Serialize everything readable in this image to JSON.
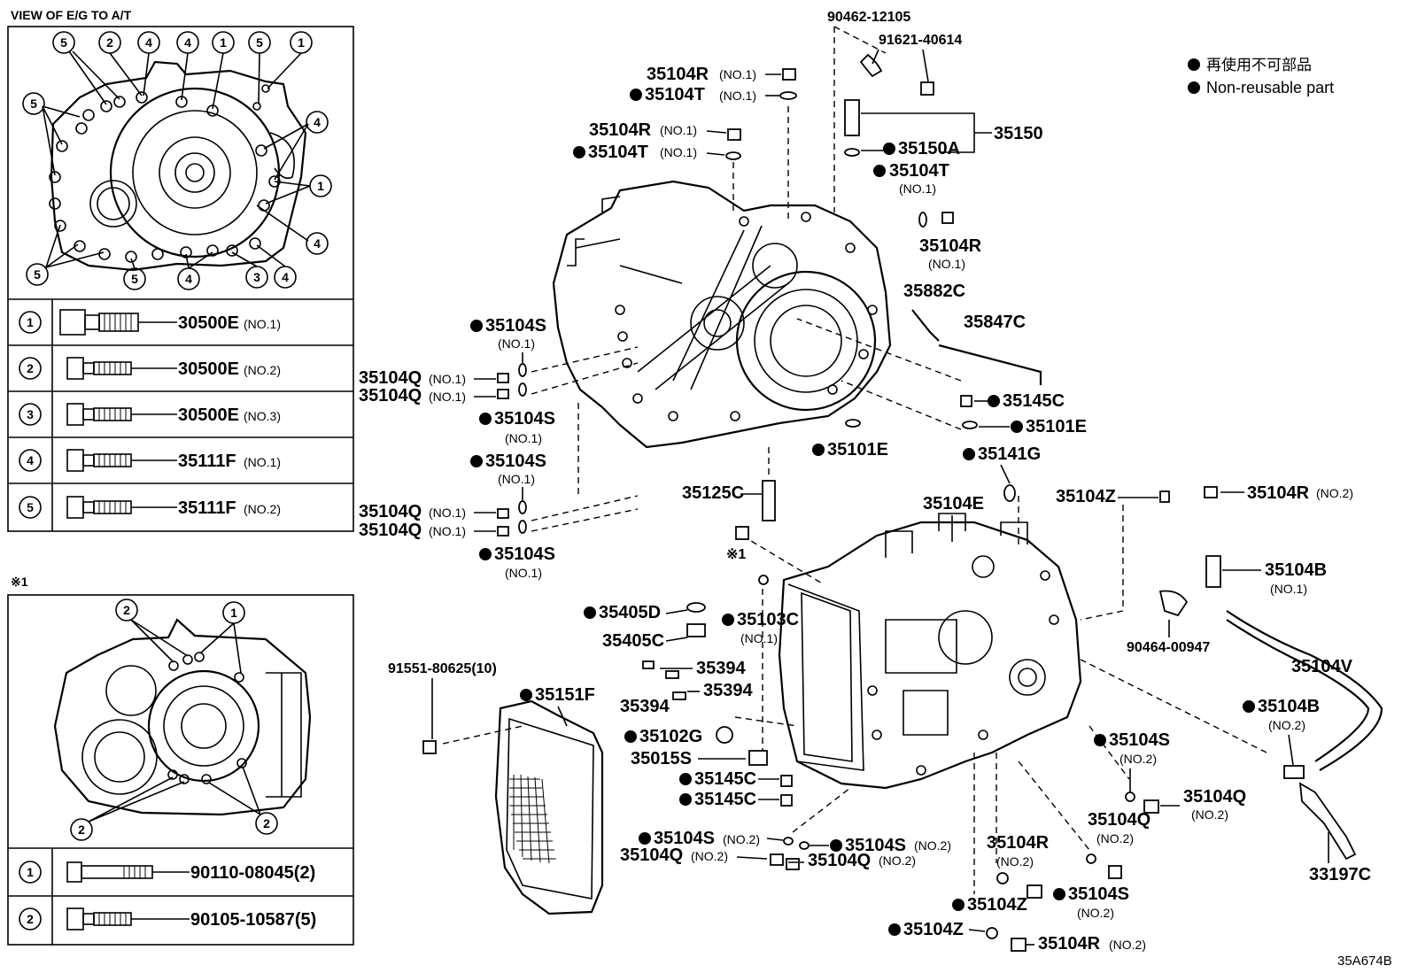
{
  "view_title": "VIEW OF E/G TO A/T",
  "note_marker": "※1",
  "diagram_code": "35A674B",
  "legend": {
    "jp": "再使用不可部品",
    "en": "Non-reusable part"
  },
  "top_callouts": {
    "c5a": "5",
    "c2a": "2",
    "c4a": "4",
    "c4b": "4",
    "c1a": "1",
    "c5b": "5",
    "c1b": "1",
    "c5c": "5",
    "c4c": "4",
    "c1c": "1",
    "c4d": "4",
    "c5d": "5",
    "c5e": "5",
    "c4e": "4",
    "c3a": "3",
    "c4f": "4"
  },
  "bolt_table": [
    {
      "idx": "1",
      "part": "30500E",
      "note": "(NO.1)"
    },
    {
      "idx": "2",
      "part": "30500E",
      "note": "(NO.2)"
    },
    {
      "idx": "3",
      "part": "30500E",
      "note": "(NO.3)"
    },
    {
      "idx": "4",
      "part": "35111F",
      "note": "(NO.1)"
    },
    {
      "idx": "5",
      "part": "35111F",
      "note": "(NO.2)"
    }
  ],
  "lower_callouts": {
    "c2a": "2",
    "c1a": "1",
    "c2b": "2",
    "c2c": "2"
  },
  "bolt_table2": [
    {
      "idx": "1",
      "part": "90110-08045(2)"
    },
    {
      "idx": "2",
      "part": "90105-10587(5)"
    }
  ],
  "labels": {
    "p90462": "90462-12105",
    "p91621": "91621-40614",
    "p35104R_1a": "35104R",
    "p35104R_1a_n": "(NO.1)",
    "p35104T_1a": "35104T",
    "p35104T_1a_n": "(NO.1)",
    "p35104R_1b": "35104R",
    "p35104R_1b_n": "(NO.1)",
    "p35104T_1b": "35104T",
    "p35104T_1b_n": "(NO.1)",
    "p35150": "35150",
    "p35150A": "35150A",
    "p35104T_1c": "35104T",
    "p35104T_1c_n": "(NO.1)",
    "p35104R_1c": "35104R",
    "p35104R_1c_n": "(NO.1)",
    "p35882C": "35882C",
    "p35847C": "35847C",
    "p35104S_1a": "35104S",
    "p35104S_1a_n": "(NO.1)",
    "p35104Q_1a": "35104Q",
    "p35104Q_1a_n": "(NO.1)",
    "p35104Q_1b": "35104Q",
    "p35104Q_1b_n": "(NO.1)",
    "p35104S_1b": "35104S",
    "p35104S_1b_n": "(NO.1)",
    "p35104S_1c": "35104S",
    "p35104S_1c_n": "(NO.1)",
    "p35104Q_1c": "35104Q",
    "p35104Q_1c_n": "(NO.1)",
    "p35104Q_1d": "35104Q",
    "p35104Q_1d_n": "(NO.1)",
    "p35104S_1d": "35104S",
    "p35104S_1d_n": "(NO.1)",
    "p35145C_a": "35145C",
    "p35101E_a": "35101E",
    "p35101E_b": "35101E",
    "p35141G": "35141G",
    "p35125C": "35125C",
    "p35104E": "35104E",
    "p35104Z_a": "35104Z",
    "p35104R_2a": "35104R",
    "p35104R_2a_n": "(NO.2)",
    "p35104B_1": "35104B",
    "p35104B_1_n": "(NO.1)",
    "p35405D": "35405D",
    "p35103C": "35103C",
    "p35103C_n": "(NO.1)",
    "p35405C": "35405C",
    "p90464": "90464-00947",
    "p35104V": "35104V",
    "p91551": "91551-80625(10)",
    "p35394a": "35394",
    "p35394b": "35394",
    "p35394c": "35394",
    "p35104B_2": "35104B",
    "p35104B_2_n": "(NO.2)",
    "p35151F": "35151F",
    "p35102G": "35102G",
    "p35015S": "35015S",
    "p35145C_b": "35145C",
    "p35145C_c": "35145C",
    "p35104S_2a": "35104S",
    "p35104S_2a_n": "(NO.2)",
    "p35104Q_2a": "35104Q",
    "p35104Q_2a_n": "(NO.2)",
    "p35104Q_2b": "35104Q",
    "p35104Q_2b_n": "(NO.2)",
    "p35104S_2b": "35104S",
    "p35104S_2b_n": "(NO.2)",
    "p35104S_2c": "35104S",
    "p35104S_2c_n": "(NO.2)",
    "p35104Q_2c": "35104Q",
    "p35104Q_2c_n": "(NO.2)",
    "p35104Q_2d": "35104Q",
    "p35104Q_2d_n": "(NO.2)",
    "p35104R_2b": "35104R",
    "p35104R_2b_n": "(NO.2)",
    "p35104S_2d": "35104S",
    "p35104S_2d_n": "(NO.2)",
    "p35104Z_b": "35104Z",
    "p35104Z_c": "35104Z",
    "p35104R_2c": "35104R",
    "p35104R_2c_n": "(NO.2)",
    "p33197C": "33197C",
    "mark_x1": "※1"
  }
}
